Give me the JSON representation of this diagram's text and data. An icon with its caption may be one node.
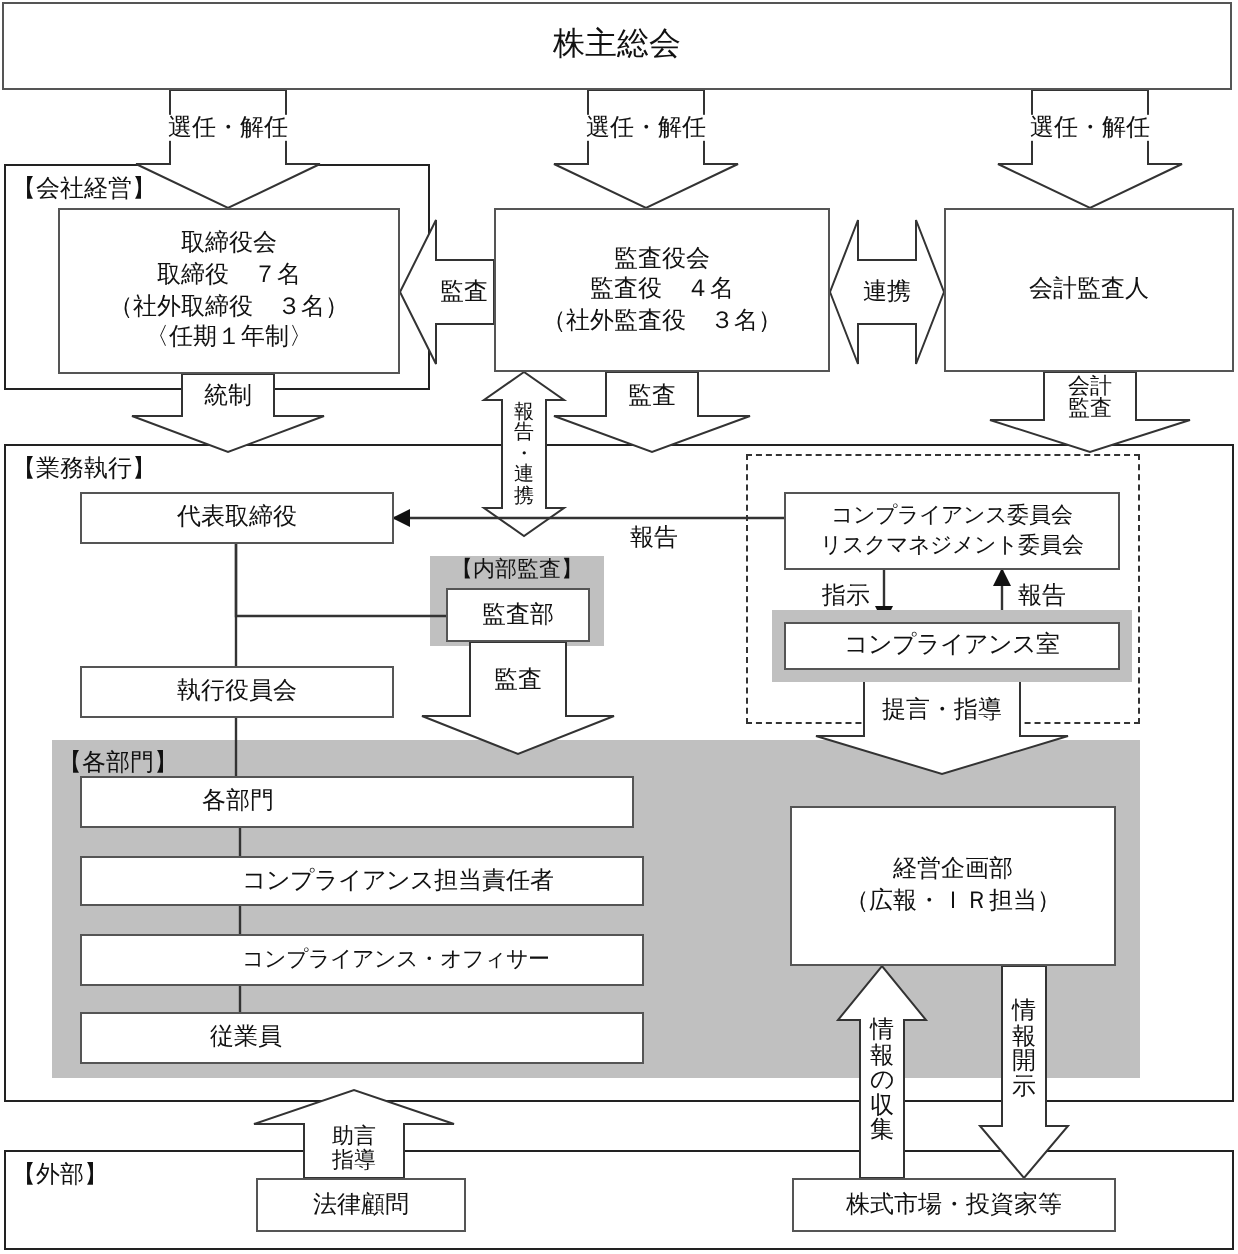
{
  "diagram": {
    "nodes": [
      {
        "text": [
          "株主総会"
        ]
      },
      {
        "text": [
          "【会社経営】"
        ]
      },
      {
        "text": [
          "取締役会",
          "取締役　７名",
          "（社外取締役　３名）",
          "〈任期１年制〉"
        ],
        "in": 1
      },
      {
        "text": [
          "監査役会",
          "監査役　４名",
          "（社外監査役　３名）"
        ]
      },
      {
        "text": [
          "会計監査人"
        ]
      },
      {
        "text": [
          "【業務執行】"
        ]
      },
      {
        "text": [
          "代表取締役"
        ],
        "in": 5
      },
      {
        "text": [],
        "shape": "box",
        "in": 5
      },
      {
        "text": [
          "コンプライアンス委員会",
          "リスクマネジメント委員会"
        ],
        "in": 7
      },
      {
        "text": [
          "コンプライアンス室"
        ],
        "in": 7
      },
      {
        "text": [
          "【内部監査】"
        ],
        "in": 5
      },
      {
        "text": [
          "監査部"
        ],
        "in": 10
      },
      {
        "text": [
          "執行役員会"
        ],
        "in": 5
      },
      {
        "text": [
          "【各部門】"
        ],
        "in": 5
      },
      {
        "text": [
          "各部門"
        ],
        "in": 13
      },
      {
        "text": [
          "コンプライアンス担当責任者"
        ],
        "in": 13
      },
      {
        "text": [
          "コンプライアンス・オフィサー"
        ],
        "in": 13
      },
      {
        "text": [
          "従業員"
        ],
        "in": 13
      },
      {
        "text": [
          "経営企画部",
          "（広報・ＩＲ担当）"
        ],
        "in": 13
      },
      {
        "text": [
          "【外部】"
        ]
      },
      {
        "text": [
          "法律顧問"
        ],
        "in": 19
      },
      {
        "text": [
          "株式市場・投資家等"
        ],
        "in": 19
      }
    ],
    "edges": [
      {
        "from": 0,
        "to": 2,
        "arrow": "to",
        "label": "選任・解任"
      },
      {
        "from": 0,
        "to": 3,
        "arrow": "to",
        "label": "選任・解任"
      },
      {
        "from": 0,
        "to": 4,
        "arrow": "to",
        "label": "選任・解任"
      },
      {
        "from": 3,
        "to": 2,
        "arrow": "to",
        "label": "監査"
      },
      {
        "from": 3,
        "to": 4,
        "arrow": "both",
        "label": "連携"
      },
      {
        "from": 2,
        "to": 5,
        "arrow": "to",
        "label": "統制"
      },
      {
        "from": 3,
        "to": 6,
        "arrow": "both",
        "label": "報告・連携"
      },
      {
        "from": 3,
        "to": 5,
        "arrow": "to",
        "label": "監査"
      },
      {
        "from": 4,
        "to": 5,
        "arrow": "to",
        "label": "会計監査"
      },
      {
        "from": 8,
        "to": 6,
        "arrow": "to",
        "label": "報告"
      },
      {
        "from": 8,
        "to": 9,
        "arrow": "to",
        "label": "指示"
      },
      {
        "from": 9,
        "to": 8,
        "arrow": "to",
        "label": "報告"
      },
      {
        "from": 6,
        "to": 12,
        "arrow": "none"
      },
      {
        "from": 11,
        "to": 6,
        "arrow": "none"
      },
      {
        "from": 11,
        "to": 13,
        "arrow": "to",
        "label": "監査"
      },
      {
        "from": 9,
        "to": 13,
        "arrow": "to",
        "label": "提言・指導"
      },
      {
        "from": 12,
        "to": 14,
        "arrow": "none"
      },
      {
        "from": 14,
        "to": 15,
        "arrow": "none"
      },
      {
        "from": 15,
        "to": 16,
        "arrow": "none"
      },
      {
        "from": 16,
        "to": 17,
        "arrow": "none"
      },
      {
        "from": 21,
        "to": 18,
        "arrow": "to",
        "label": "情報の収集"
      },
      {
        "from": 18,
        "to": 21,
        "arrow": "to",
        "label": "情報開示"
      },
      {
        "from": 20,
        "to": 5,
        "arrow": "to",
        "label": "助言指導"
      }
    ]
  }
}
